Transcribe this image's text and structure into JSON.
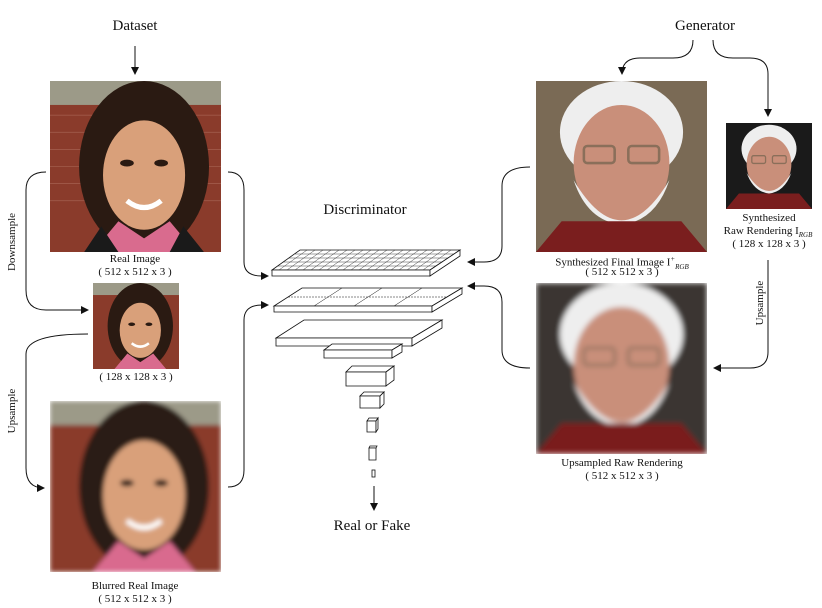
{
  "headers": {
    "dataset": "Dataset",
    "generator": "Generator",
    "discriminator": "Discriminator",
    "output": "Real or Fake"
  },
  "left": {
    "real_image": {
      "title": "Real Image",
      "dims": "( 512 x 512 x 3 )"
    },
    "small_image": {
      "dims": "( 128 x 128 x 3 )"
    },
    "blurred_image": {
      "title": "Blurred Real Image",
      "dims": "( 512 x 512 x 3 )"
    },
    "downsample": "Downsample",
    "upsample": "Upsample"
  },
  "right": {
    "final_image": {
      "title": "Synthesized Final Image I",
      "sup": "+",
      "sub": "RGB",
      "dims": "( 512 x 512 x 3 )"
    },
    "raw_render": {
      "title_line1": "Synthesized",
      "title_line2": "Raw Rendering I",
      "sub": "RGB",
      "dims": "( 128 x 128 x 3 )"
    },
    "upsampled_raw": {
      "title": "Upsampled Raw Rendering",
      "dims": "( 512 x 512 x 3 )"
    },
    "upsample": "Upsample"
  },
  "colors": {
    "brick": "#8a3b2b",
    "skin_woman": "#d9a07a",
    "hair": "#2a1a12",
    "pink_top": "#d96b8e",
    "man_skin": "#c98f7a",
    "man_hair": "#eeeeee",
    "man_shirt": "#7a1e1e"
  }
}
